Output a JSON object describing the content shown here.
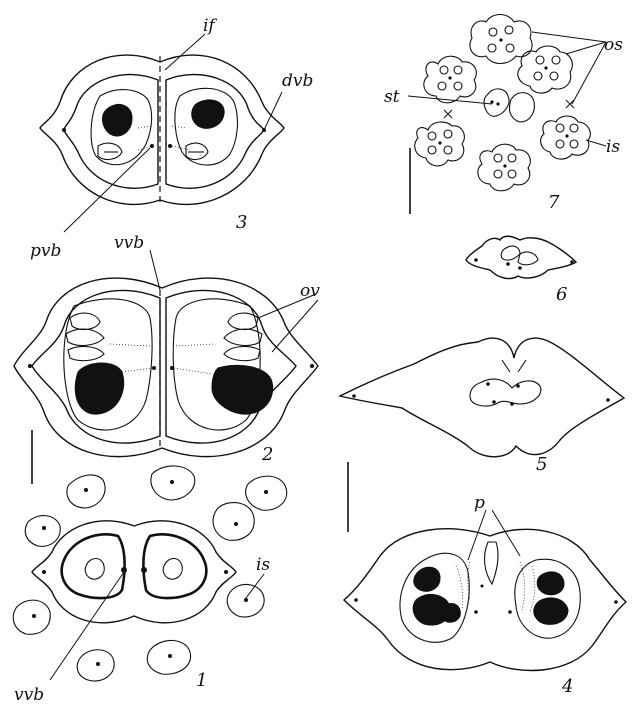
{
  "labels": {
    "if": "if",
    "dvb": "dvb",
    "pvb": "pvb",
    "vvb_top": "vvb",
    "ov": "ov",
    "is_bottom": "is",
    "vvb_bottom": "vvb",
    "os": "os",
    "st": "st",
    "is_top": "is",
    "p": "p"
  },
  "panel_numbers": {
    "fig1": "1",
    "fig2": "2",
    "fig3": "3",
    "fig4": "4",
    "fig5": "5",
    "fig6": "6",
    "fig7": "7"
  }
}
